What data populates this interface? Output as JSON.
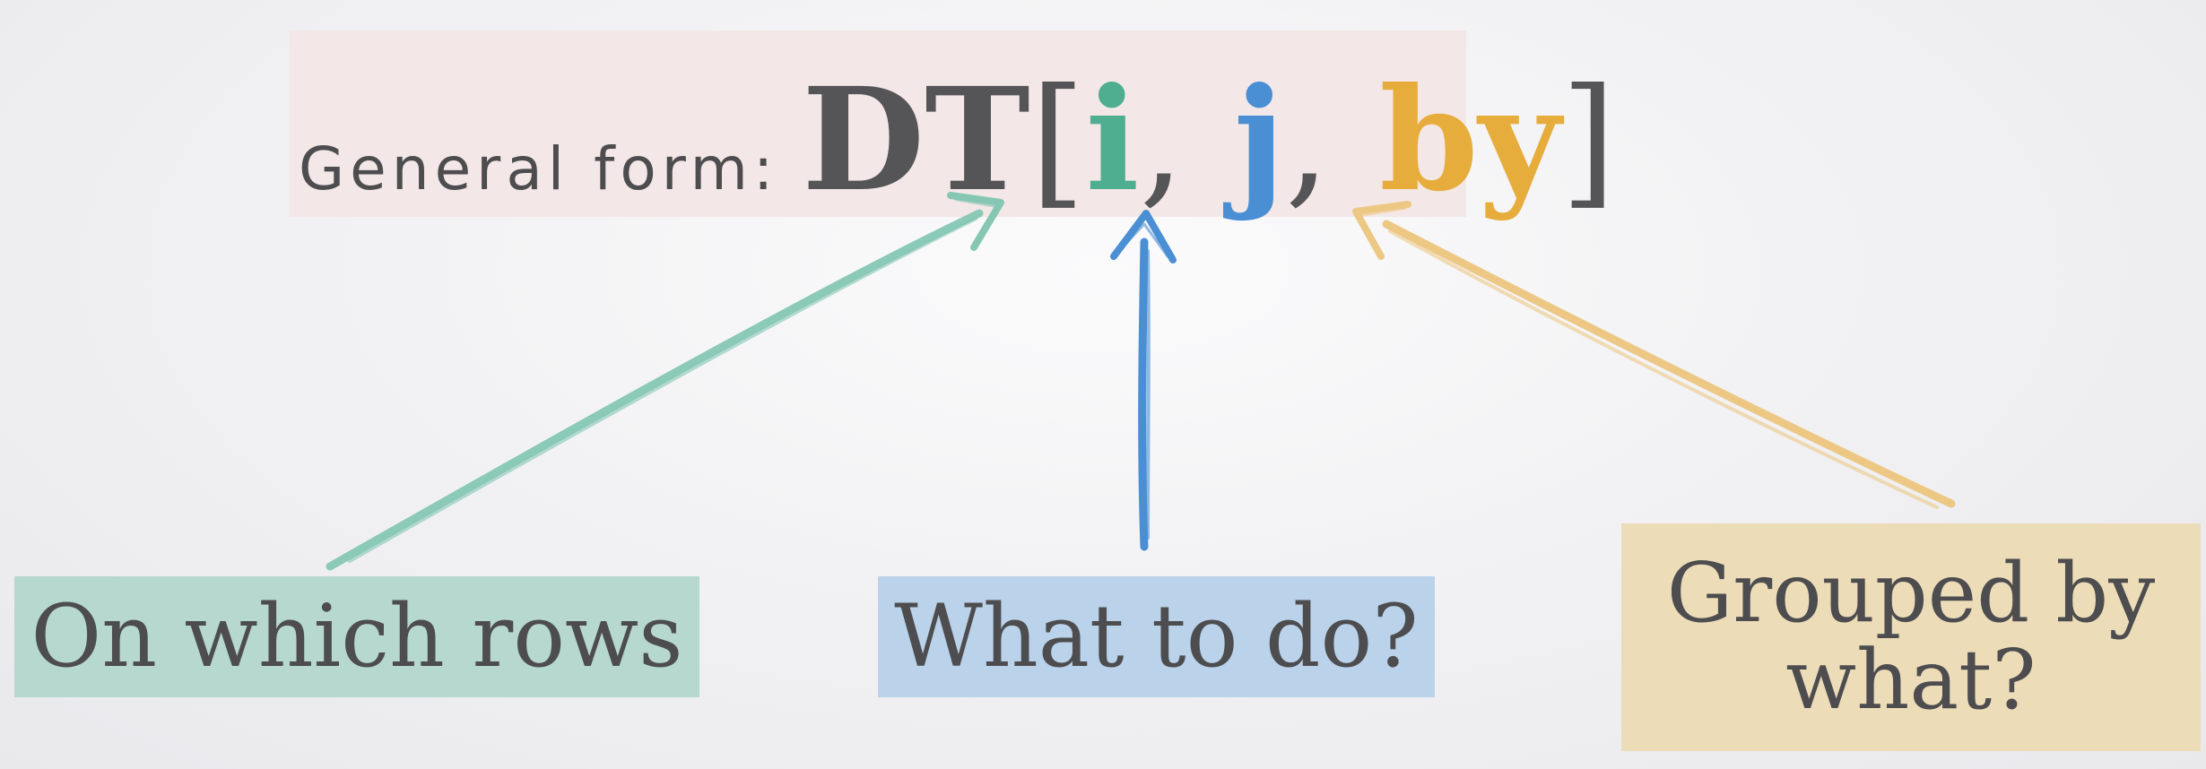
{
  "formula": {
    "label": "General form:",
    "dt": "DT",
    "open_bracket": "[",
    "i": "i",
    "comma1": ",",
    "j": "j",
    "comma2": ",",
    "by": "by",
    "close_bracket": "]"
  },
  "boxes": {
    "rows": "On which rows",
    "do": "What to do?",
    "group": "Grouped by what?"
  },
  "colors": {
    "i": "#4fae8f",
    "j": "#4a8fd4",
    "by": "#e7ad3c",
    "formula_bg": "#f4e7e7",
    "rows_bg": "#b6d8cf",
    "do_bg": "#bad2ea",
    "group_bg": "#eddcb8"
  }
}
